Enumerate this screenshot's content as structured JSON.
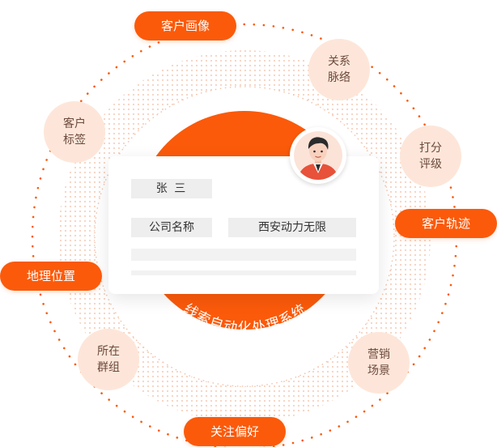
{
  "center": {
    "system_label": "线索自动化处理系统",
    "card": {
      "name": "张  三",
      "company_label": "公司名称",
      "company_value": "西安动力无限"
    }
  },
  "pills": {
    "customer_portrait": "客户画像",
    "customer_trajectory": "客户轨迹",
    "geo_location": "地理位置",
    "attention_preference": "关注偏好"
  },
  "bubbles": {
    "relationship_network": "关系\n脉络",
    "scoring_rating": "打分\n评级",
    "customer_tags": "客户\n标签",
    "marketing_scenario": "营销\n场景",
    "located_group": "所在\n群组"
  },
  "colors": {
    "accent": "#fb5a0a",
    "bubble_bg": "#fde6d9",
    "bubble_text": "#6b4a3c",
    "dots_light": "#f6d2c0"
  },
  "icons": {
    "avatar": "person-avatar-icon"
  }
}
